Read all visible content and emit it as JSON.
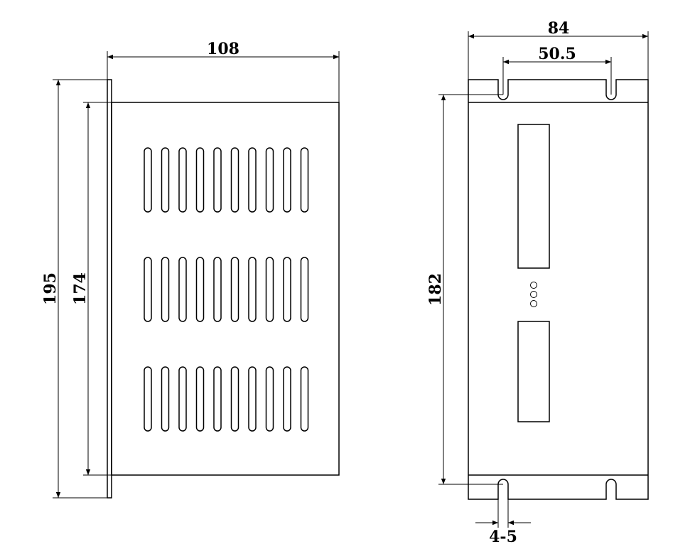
{
  "dimensions": {
    "side_width": "108",
    "side_total_height": "195",
    "side_inner_height": "174",
    "front_width": "84",
    "front_slot_spacing": "50.5",
    "front_height": "182",
    "slot_width": "4-5"
  }
}
